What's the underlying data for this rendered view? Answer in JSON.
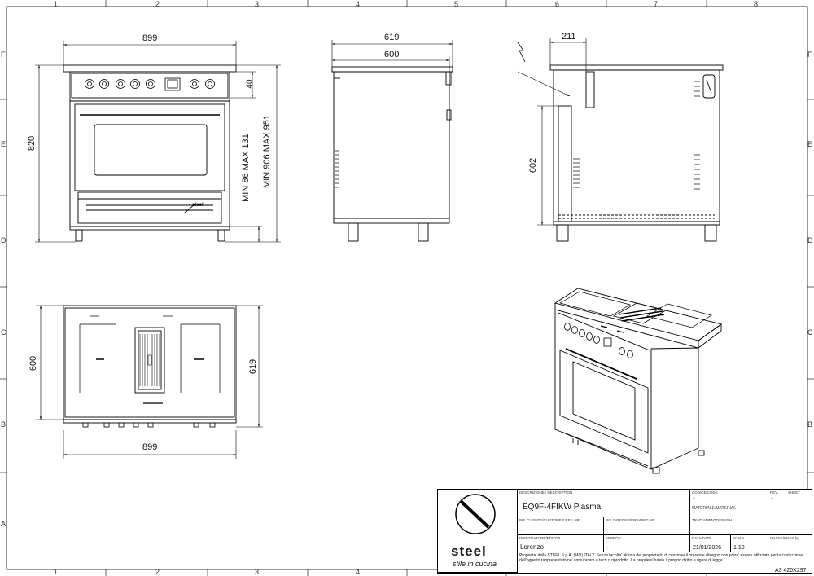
{
  "grid": {
    "columns": [
      "1",
      "2",
      "3",
      "4",
      "5",
      "6",
      "7",
      "8"
    ],
    "rows": [
      "F",
      "E",
      "D",
      "C",
      "B",
      "A"
    ]
  },
  "front_view": {
    "width": "899",
    "height": "820",
    "top_offset": "40",
    "leg_range": "MIN 86 MAX 131",
    "total_range": "MIN 906 MAX 951",
    "brand_mark": "steel"
  },
  "side_view": {
    "depth_total": "619",
    "depth_body": "600"
  },
  "rear_view": {
    "offset": "211",
    "height": "602"
  },
  "top_view": {
    "depth": "600",
    "depth_total": "619",
    "width": "899"
  },
  "title_block": {
    "logo_text": "steel",
    "slogan": "stile in cucina",
    "description_header": "DESCRIZIONE / DESCRIPTION",
    "description": "EQ9F-4FIKW Plasma",
    "code_header": "CODICE/CODE",
    "code_value": "-",
    "rev_header": "REV.",
    "rev_value": "-",
    "sheet_header": "SHEET",
    "material_header": "MATERIALE/MATERIAL",
    "material_value": "-",
    "ref_header": "RIF. CLIENTE/CUSTOMER REF. NR.",
    "ref_value": "-",
    "drawing_header": "RIF. DISEGNO/DRAWING NR.",
    "drawing_value": "-",
    "finish_header": "TRATTAMENTO/FINISH",
    "finish_value": "-",
    "designer_header": "DISEGNATORE/EDITOR",
    "designer_value": "Lorenzo",
    "approved_header": "APPROV.",
    "approved_value": "-",
    "date_header": "DATA/DATE",
    "date_value": "21/01/2026",
    "scale_header": "SCALA",
    "scale_value": "1:10",
    "mass_header": "MASSA/MASS kg",
    "mass_value": "-",
    "notice": "Proprieta' della STEEL S.p.A. (MO) ITALY. Senza facolta' alcuna del proprietario di cessione il presente disegno non potra' essere utilizzato per la costruzione dell'oggetto rappresentato ne' comunicato a terzi o riprodotto. La proprieta' tutela il proprio diritto a rigore di legge.",
    "paper_size": "A3 420X297"
  }
}
